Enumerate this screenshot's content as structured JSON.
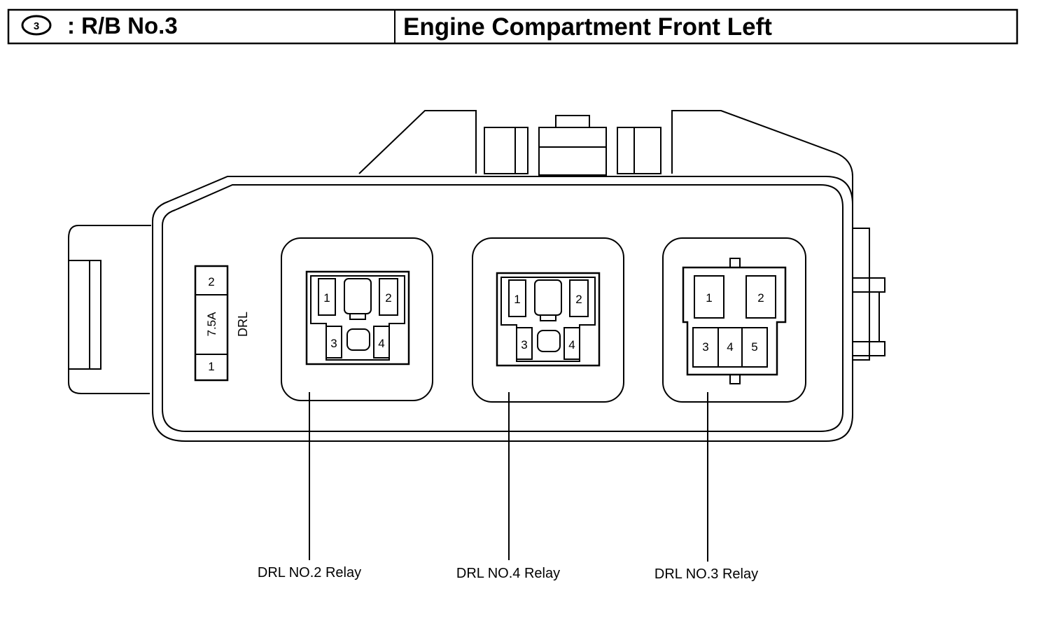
{
  "header": {
    "badge_number": "3",
    "left_title": ": R/B No.3",
    "right_title": "Engine Compartment Front Left"
  },
  "fuse": {
    "top_terminal": "2",
    "rating": "7.5A",
    "bottom_terminal": "1",
    "name": "DRL"
  },
  "relays": [
    {
      "name": "DRL NO.2 Relay",
      "terminals": [
        "1",
        "2",
        "3",
        "4"
      ]
    },
    {
      "name": "DRL NO.4 Relay",
      "terminals": [
        "1",
        "2",
        "3",
        "4"
      ]
    },
    {
      "name": "DRL NO.3 Relay",
      "terminals": [
        "1",
        "2",
        "3",
        "4",
        "5"
      ]
    }
  ],
  "colors": {
    "line": "#000000",
    "background": "#ffffff"
  }
}
